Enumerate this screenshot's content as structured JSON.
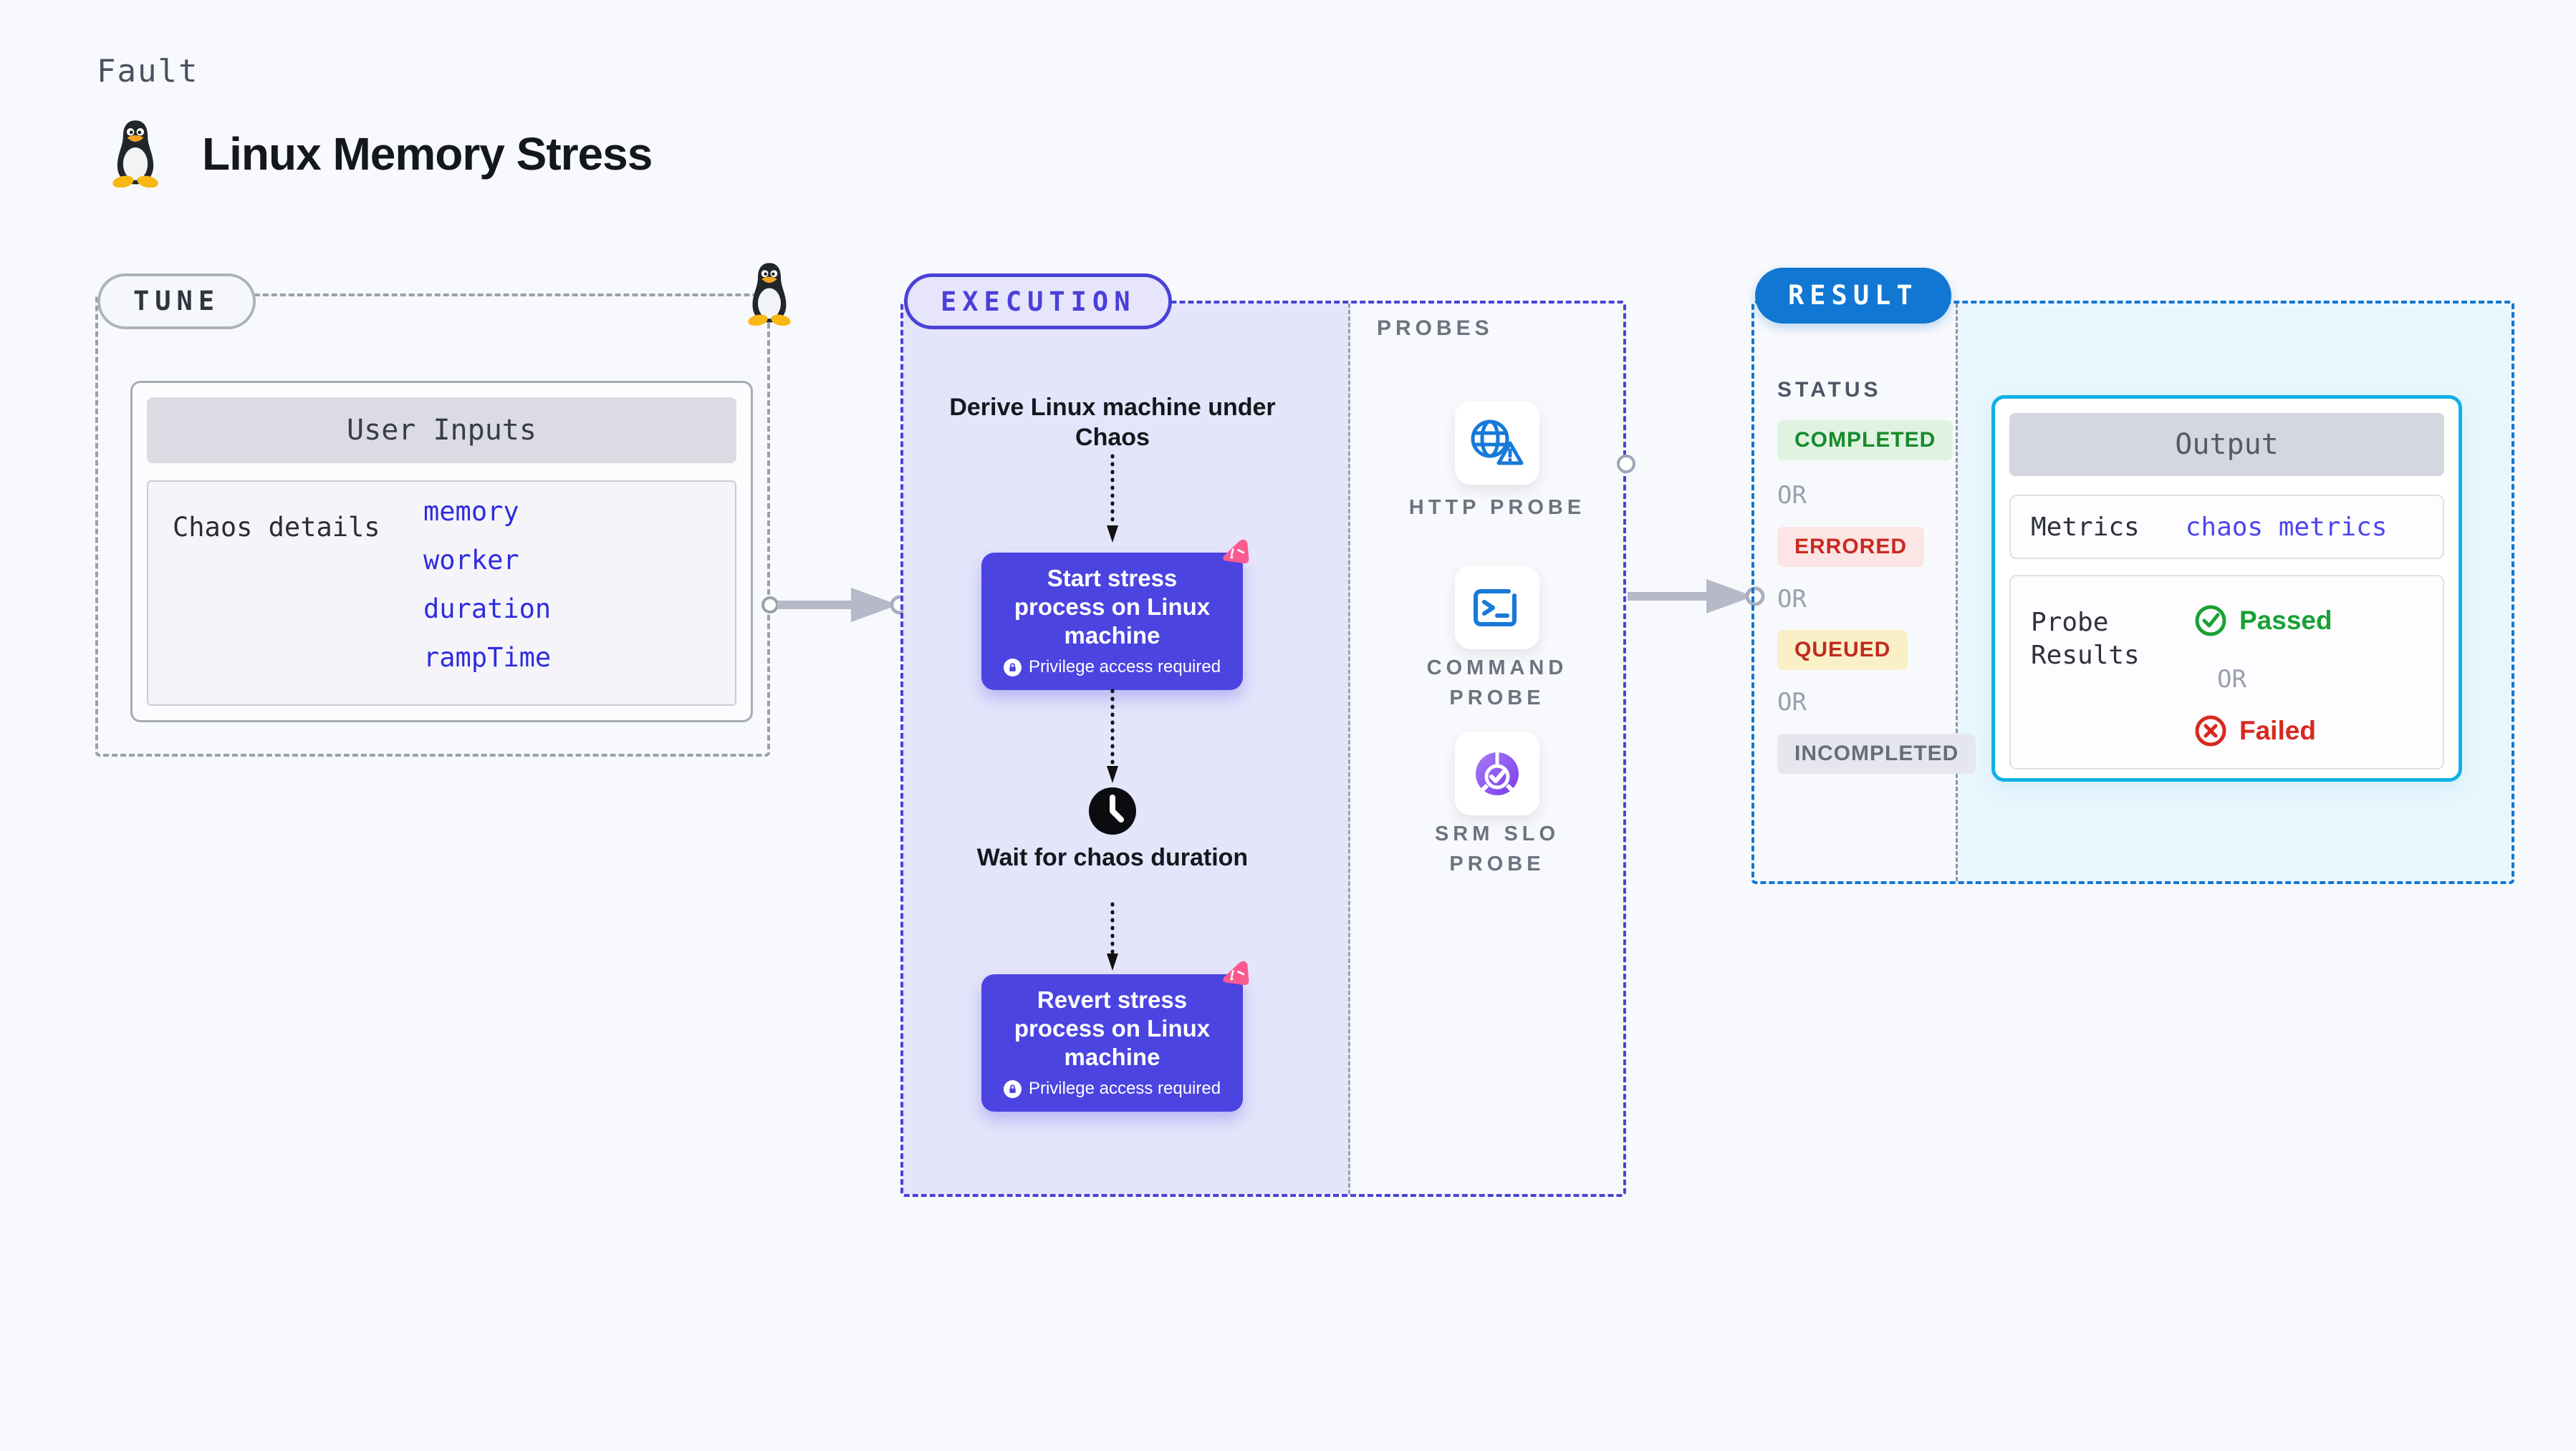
{
  "header": {
    "kicker": "Fault",
    "title": "Linux Memory Stress"
  },
  "tune": {
    "pill": "TUNE",
    "user_inputs": {
      "header": "User Inputs",
      "row_label": "Chaos details",
      "values": [
        "memory",
        "worker",
        "duration",
        "rampTime"
      ]
    }
  },
  "execution": {
    "pill": "EXECUTION",
    "derive_step": "Derive Linux machine under Chaos",
    "start_step": {
      "title": "Start stress process on Linux machine",
      "badge": "Privilege access required"
    },
    "wait_step": "Wait for chaos duration",
    "revert_step": {
      "title": "Revert stress process on Linux machine",
      "badge": "Privilege access required"
    },
    "probes": {
      "heading": "PROBES",
      "items": [
        {
          "label": "HTTP PROBE",
          "icon": "http-probe-icon"
        },
        {
          "label": "COMMAND PROBE",
          "icon": "command-probe-icon"
        },
        {
          "label": "SRM SLO PROBE",
          "icon": "srm-slo-probe-icon"
        }
      ]
    }
  },
  "result": {
    "pill": "RESULT",
    "status": {
      "heading": "STATUS",
      "or": "OR",
      "badges": [
        {
          "label": "COMPLETED",
          "type": "completed"
        },
        {
          "label": "ERRORED",
          "type": "errored"
        },
        {
          "label": "QUEUED",
          "type": "queued"
        },
        {
          "label": "INCOMPLETED",
          "type": "incompleted"
        }
      ]
    },
    "output": {
      "header": "Output",
      "metrics_label": "Metrics",
      "metrics_value": "chaos metrics",
      "probe_results_label": "Probe Results",
      "passed": "Passed",
      "or": "OR",
      "failed": "Failed"
    }
  },
  "colors": {
    "accent_indigo": "#4b44e0",
    "accent_blue": "#1177d2",
    "accent_cyan": "#10b0e5",
    "lavender_fill": "#e4e4fb",
    "cyan_fill": "#e9f6fd",
    "success_green": "#18a135",
    "error_red": "#d8281f",
    "pink_logo": "#fa5a8e",
    "probe_icon_blue": "#1779d8",
    "srm_purple": "#7c3bed"
  }
}
